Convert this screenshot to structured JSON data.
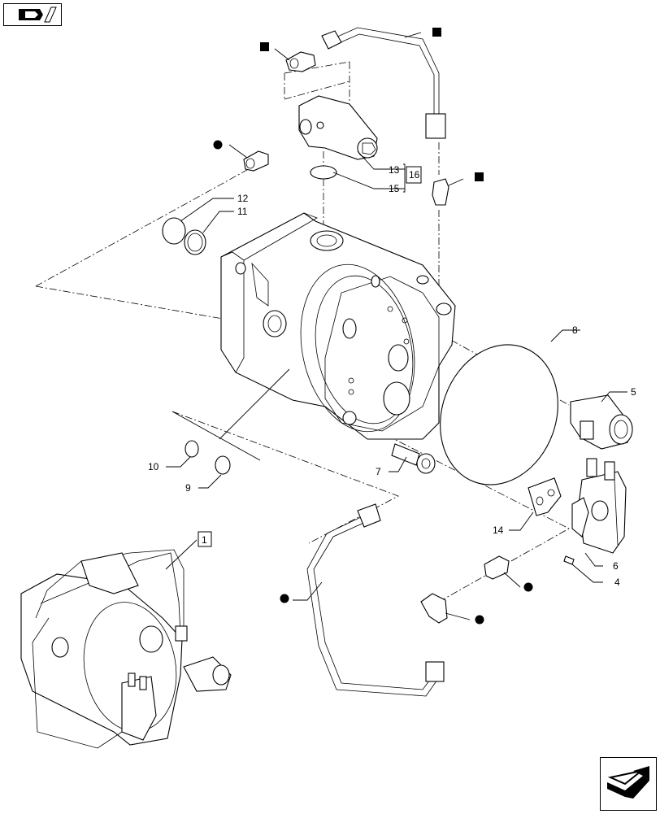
{
  "navigation": {
    "previous_icon": "book-arrow-icon",
    "next_icon": "next-page-arrow-icon"
  },
  "callouts": {
    "c1": "1",
    "c4": "4",
    "c5": "5",
    "c6": "6",
    "c7": "7",
    "c8": "8",
    "c9": "9",
    "c10": "10",
    "c11": "11",
    "c12": "12",
    "c13": "13",
    "c14": "14",
    "c15": "15",
    "c16": "16"
  },
  "markers": {
    "square_icon": "filled-square-marker",
    "circle_icon": "filled-circle-marker"
  }
}
